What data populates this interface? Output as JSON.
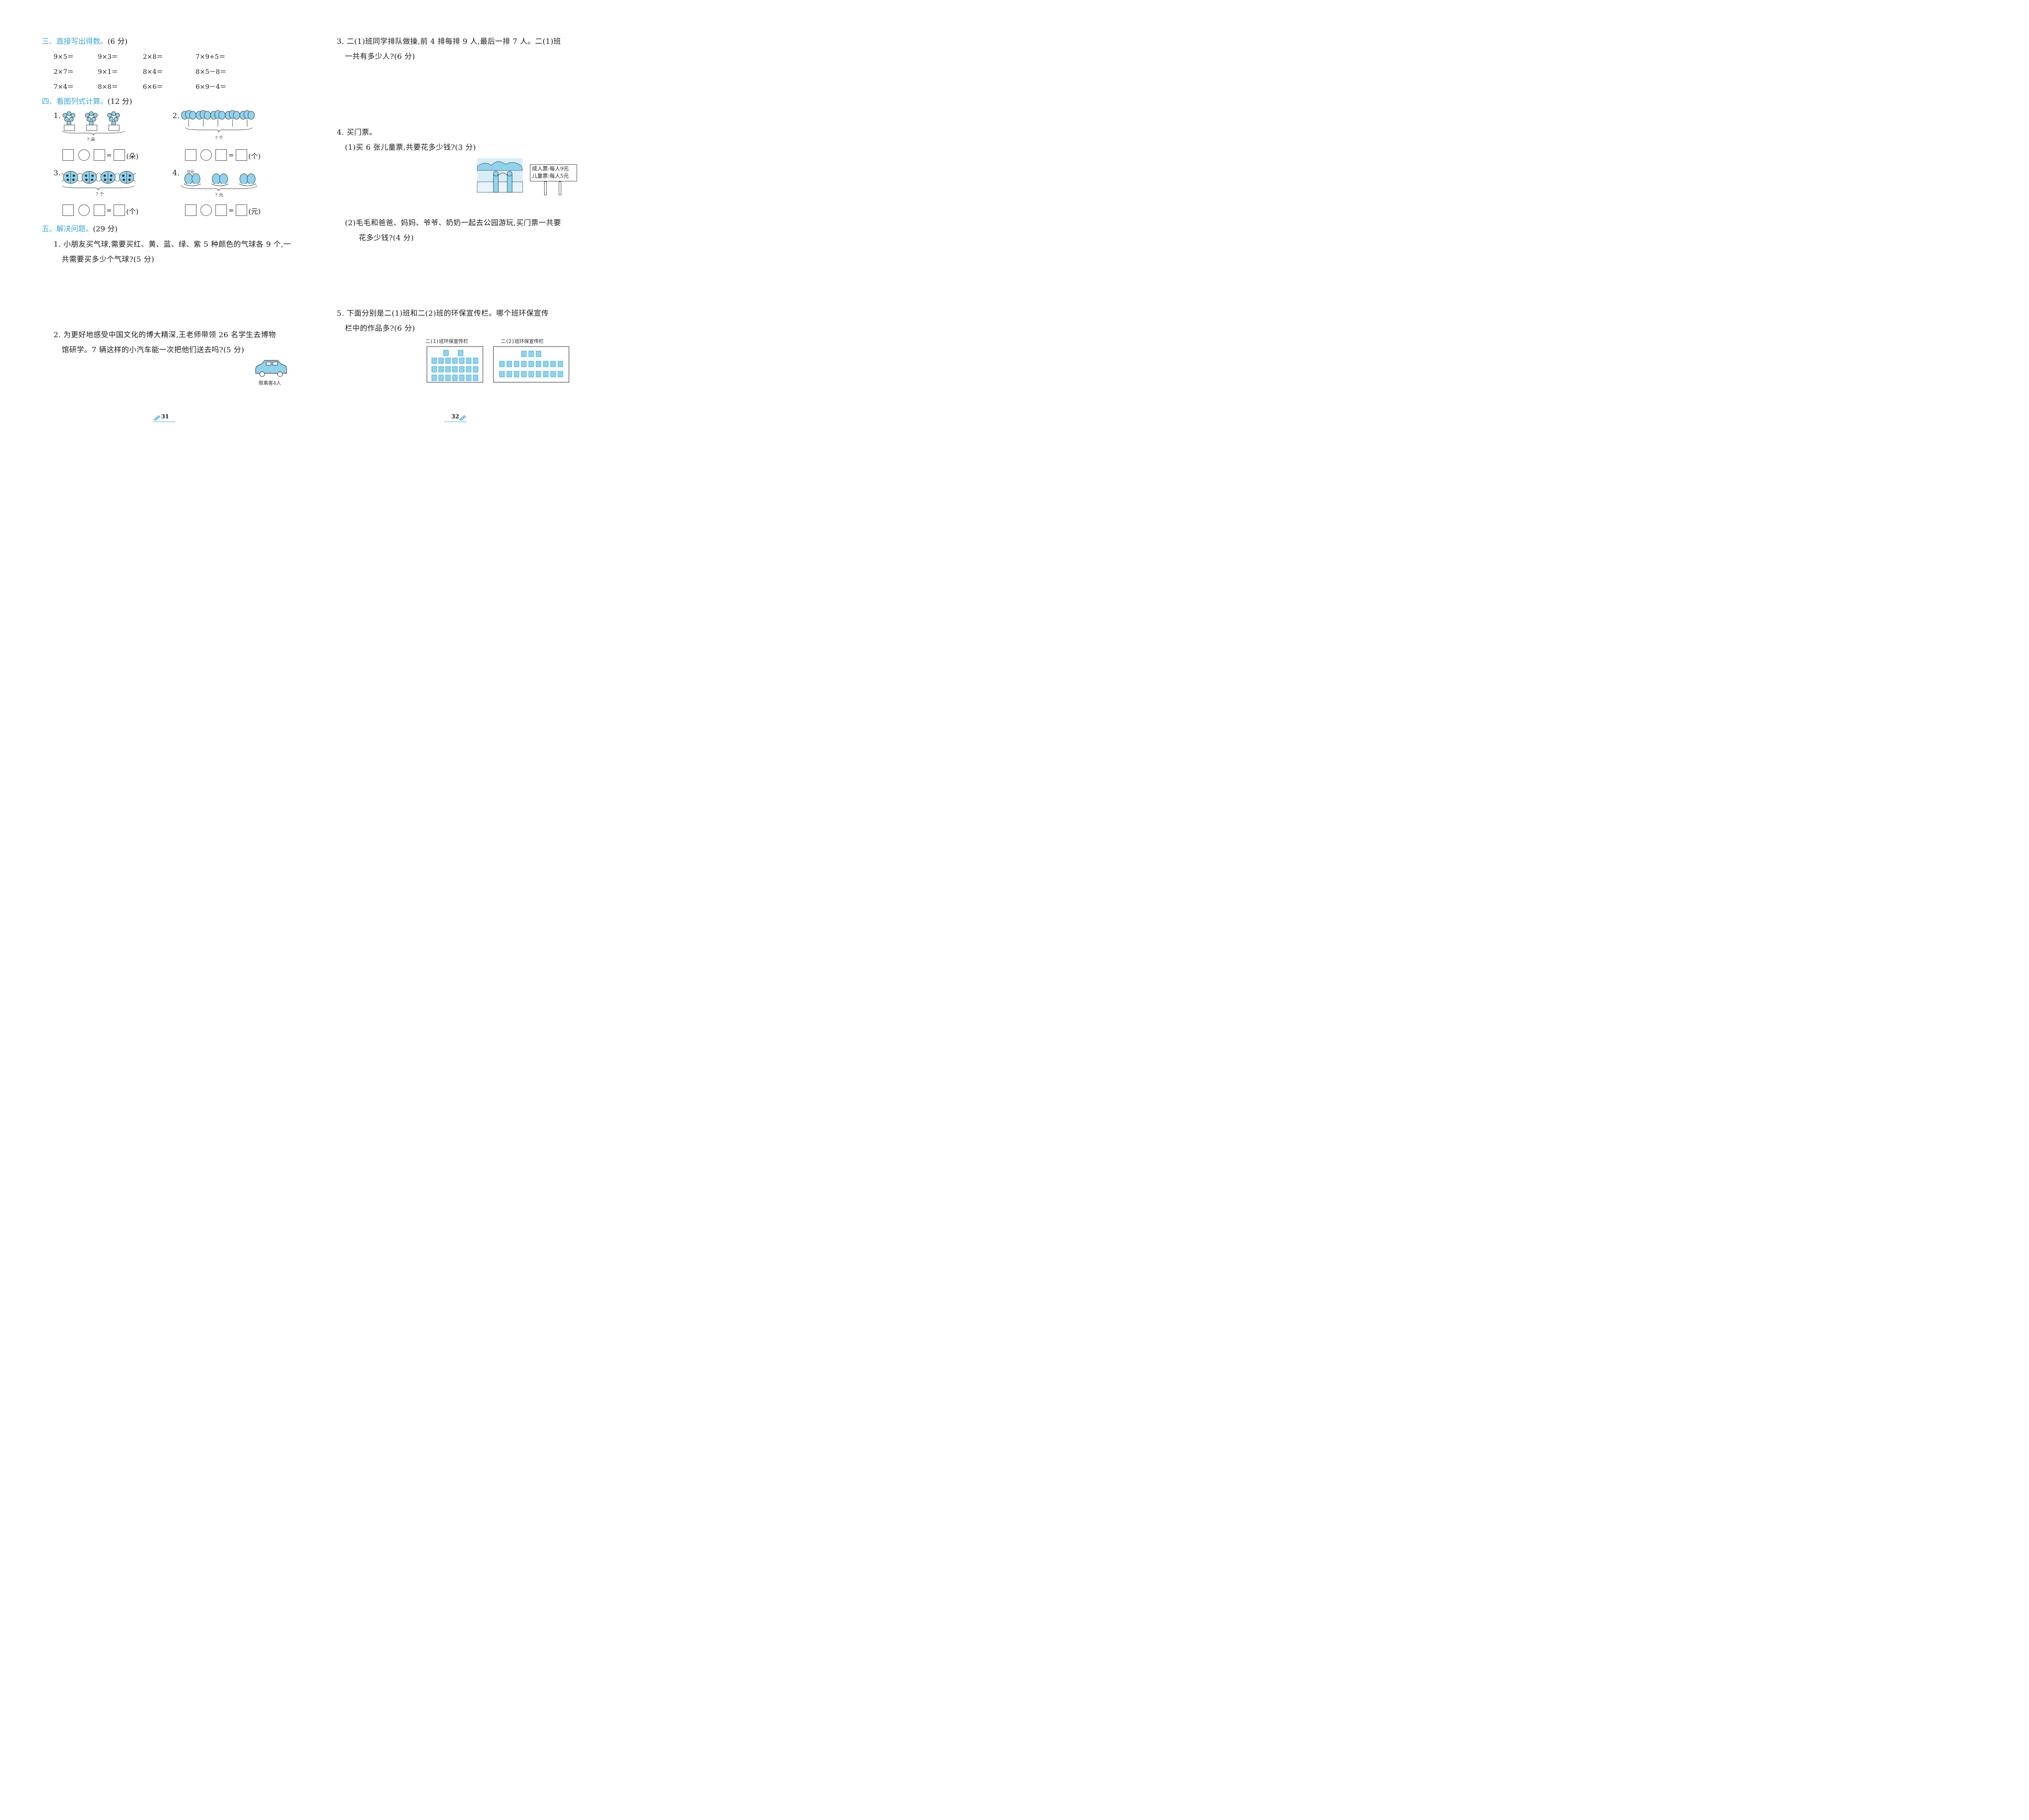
{
  "colors": {
    "accent": "#3aa5d6",
    "fill": "#8fd3ef",
    "text": "#1a1a1a"
  },
  "left": {
    "s3": {
      "title": "三、直接写出得数。",
      "points": "(6 分)",
      "rows": [
        [
          "9×5＝",
          "9×3＝",
          "2×8＝",
          "7×9+5＝"
        ],
        [
          "2×7＝",
          "9×1＝",
          "8×4＝",
          "8×5－8＝"
        ],
        [
          "7×4＝",
          "8×8＝",
          "6×6＝",
          "6×9－4＝"
        ]
      ]
    },
    "s4": {
      "title": "四、看图列式计算。",
      "points": "(12 分)",
      "items": [
        {
          "num": "1.",
          "caption": "? 朵",
          "unit": "(朵)",
          "icon": "flower-pot-icon"
        },
        {
          "num": "2.",
          "caption": "? 个",
          "unit": "(个)",
          "icon": "balloon-bunch-icon"
        },
        {
          "num": "3.",
          "caption": "? 个",
          "unit": "(个)",
          "icon": "ladybug-icon"
        },
        {
          "num": "4.",
          "caption": "? 元",
          "price": "9元",
          "unit": "(元)",
          "icon": "gloves-icon"
        }
      ],
      "eq_sign": "="
    },
    "s5": {
      "title": "五、解决问题。",
      "points": "(29 分)",
      "q1": [
        "1. 小朋友买气球,需要买红、黄、蓝、绿、紫 5 种颜色的气球各 9 个,一",
        "共需要买多少个气球?(5 分)"
      ],
      "q2": [
        "2. 为更好地感受中国文化的博大精深,王老师带领 26 名学生去博物",
        "馆研学。7 辆这样的小汽车能一次把他们送去吗?(5 分)"
      ],
      "car_caption": "限乘客4人"
    },
    "page_number": "31"
  },
  "right": {
    "q3": [
      "3. 二(1)班同学排队做操,前 4 排每排 9 人,最后一排 7 人。二(1)班",
      "一共有多少人?(6 分)"
    ],
    "q4": {
      "title": "4. 买门票。",
      "sub1": "(1)买 6 张儿童票,共要花多少钱?(3 分)",
      "sign": [
        "成人票:每人9元",
        "儿童票:每人5元"
      ],
      "sub2": [
        "(2)毛毛和爸爸、妈妈、爷爷、奶奶一起去公园游玩,买门票一共要",
        "花多少钱?(4 分)"
      ]
    },
    "q5": {
      "lines": [
        "5. 下面分别是二(1)班和二(2)班的环保宣传栏。哪个班环保宣传",
        "栏中的作品多?(6 分)"
      ],
      "board1_title": "二(1)班环保宣传栏",
      "board2_title": "二(2)班环保宣传栏",
      "board1_rows": [
        2,
        7,
        7,
        7
      ],
      "board2_rows": [
        3,
        9,
        9
      ]
    },
    "page_number": "32"
  }
}
